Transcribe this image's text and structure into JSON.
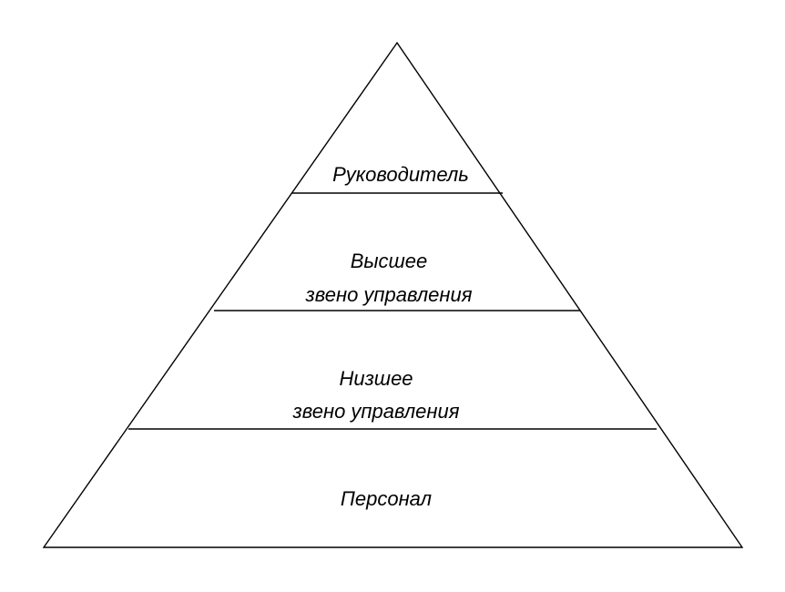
{
  "pyramid": {
    "levels": [
      {
        "lines": [
          "Руководитель"
        ]
      },
      {
        "lines": [
          "Высшее",
          "звено управления"
        ]
      },
      {
        "lines": [
          "Низшее",
          "звено управления"
        ]
      },
      {
        "lines": [
          "Персонал"
        ]
      }
    ]
  }
}
